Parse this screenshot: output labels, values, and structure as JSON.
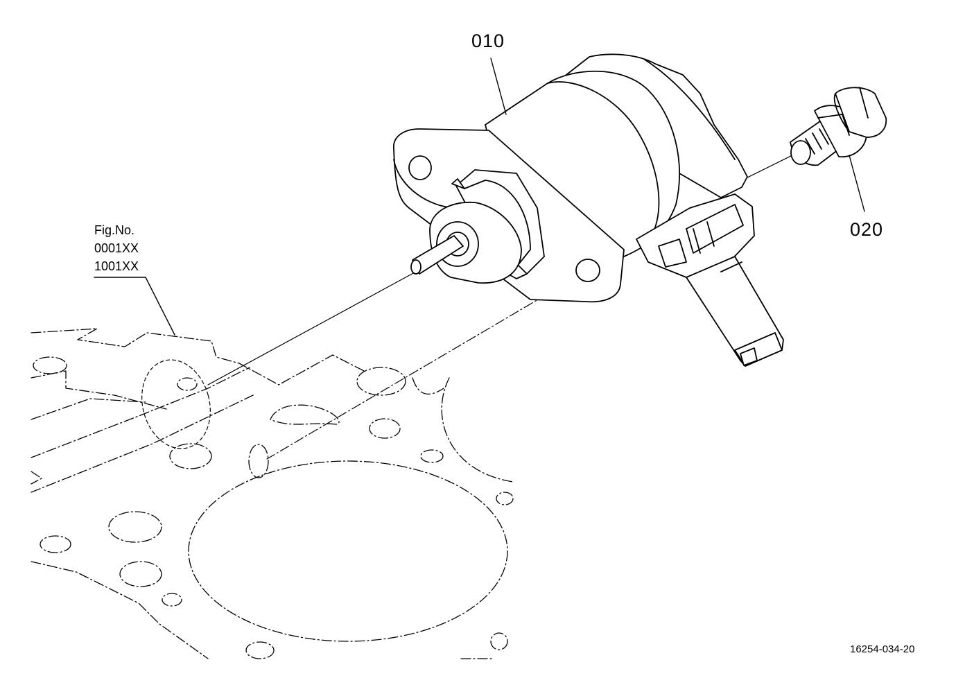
{
  "part_labels": {
    "valve": "010",
    "bolt": "020"
  },
  "fig_reference": {
    "title": "Fig.No.",
    "line1": "0001XX",
    "line2": "1001XX"
  },
  "drawing_code": "16254-034-20",
  "colors": {
    "line": "#000000",
    "background": "#ffffff"
  }
}
